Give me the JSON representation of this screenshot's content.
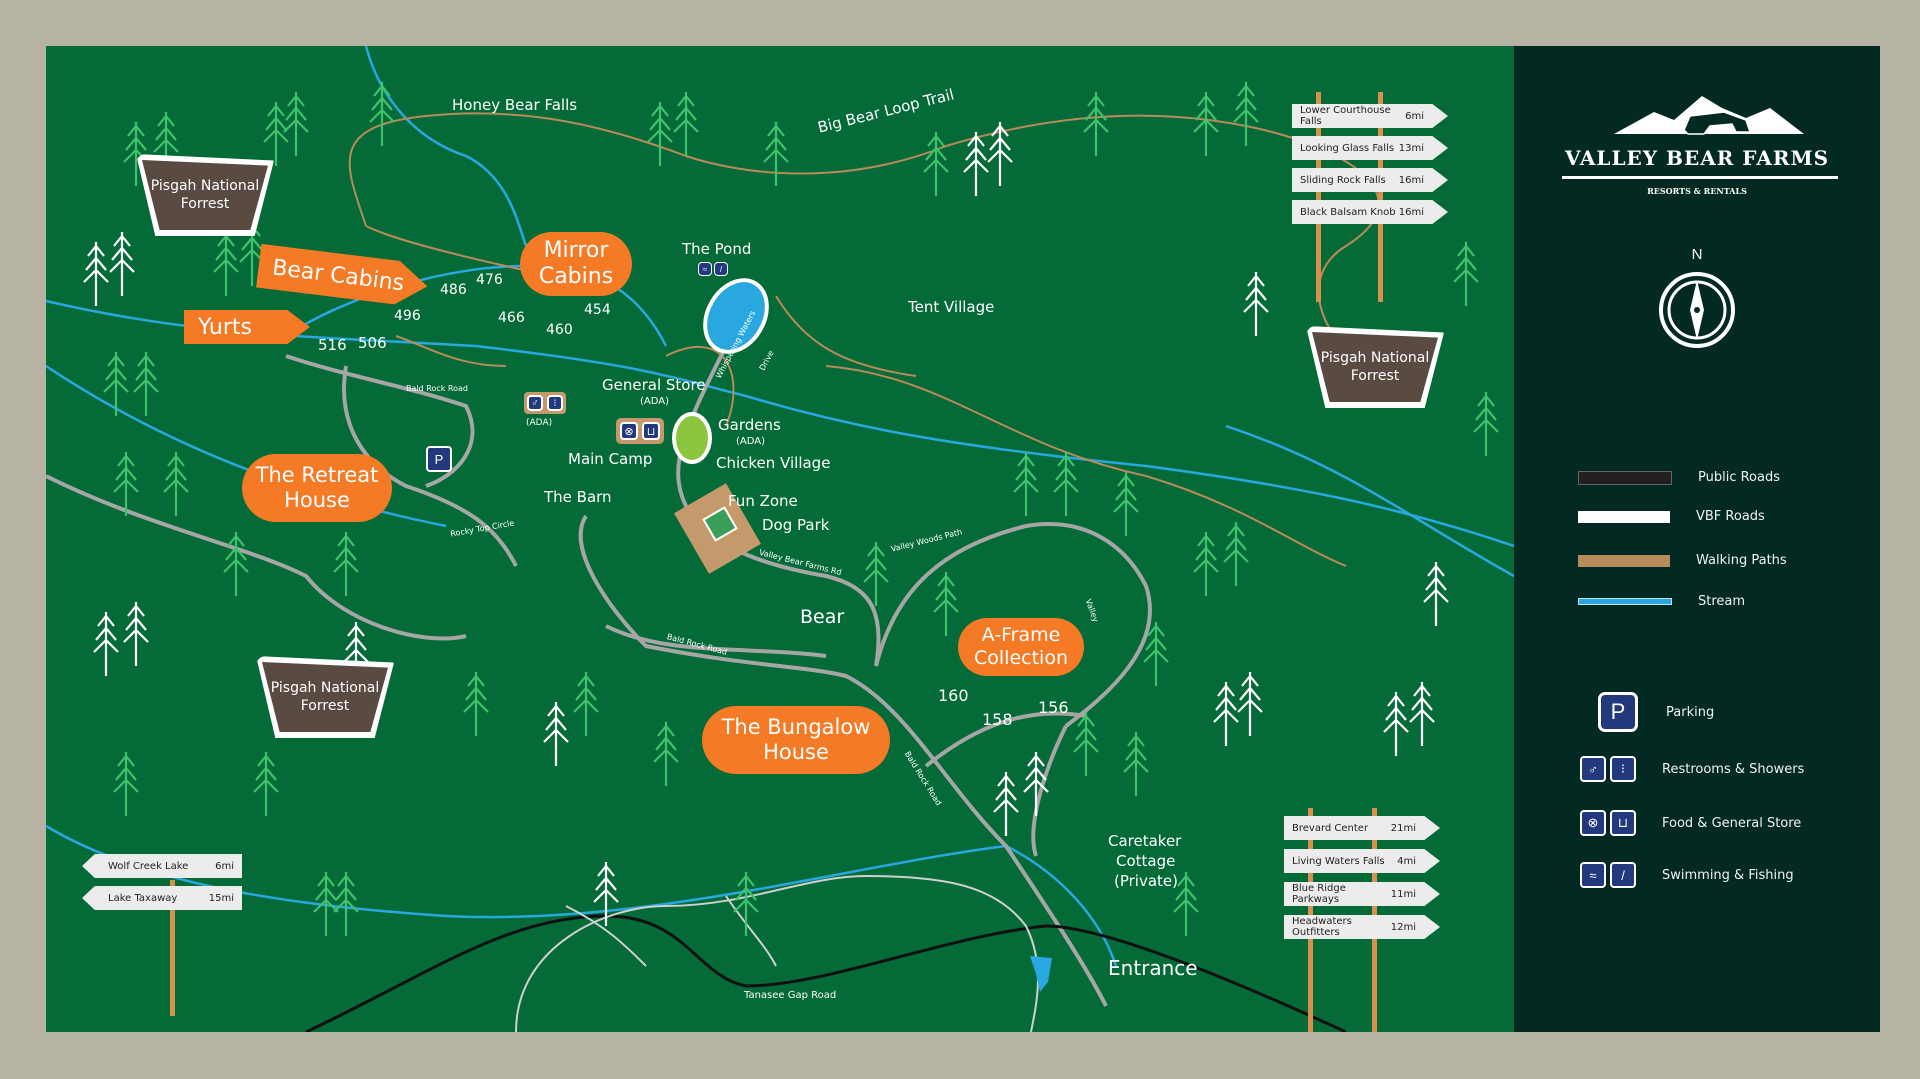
{
  "brand": {
    "name": "VALLEY BEAR FARMS",
    "tagline": "RESORTS & RENTALS",
    "compass_label": "N"
  },
  "colors": {
    "map_green": "#046a38",
    "border": "#b6b3a5",
    "sidebar": "#032a22",
    "accent_orange": "#f47a25",
    "pisgah_brown": "#594a42",
    "stream_blue": "#29a8e0",
    "walking_path": "#b88b5a",
    "public_road": "#231f20",
    "vbf_road": "#ffffff",
    "icon_blue": "#23397d"
  },
  "legend": {
    "lines": [
      {
        "label": "Public Roads",
        "color": "#231f20"
      },
      {
        "label": "VBF Roads",
        "color": "#ffffff"
      },
      {
        "label": "Walking Paths",
        "color": "#b88b5a"
      },
      {
        "label": "Stream",
        "color": "#29a8e0"
      }
    ],
    "icons": [
      {
        "label": "Parking",
        "icons": [
          "parking-icon"
        ]
      },
      {
        "label": "Restrooms & Showers",
        "icons": [
          "restroom-icon",
          "shower-icon"
        ]
      },
      {
        "label": "Food & General Store",
        "icons": [
          "food-icon",
          "basket-icon"
        ]
      },
      {
        "label": "Swimming & Fishing",
        "icons": [
          "swimming-icon",
          "fishing-icon"
        ]
      }
    ]
  },
  "pisgah": {
    "line1": "Pisgah National",
    "line2": "Forrest"
  },
  "areas": {
    "bear_cabins": "Bear Cabins",
    "yurts": "Yurts",
    "mirror_line1": "Mirror",
    "mirror_line2": "Cabins",
    "retreat_line1": "The Retreat",
    "retreat_line2": "House",
    "bungalow_line1": "The Bungalow",
    "bungalow_line2": "House",
    "aframe_line1": "A-Frame",
    "aframe_line2": "Collection"
  },
  "cabin_numbers": [
    "516",
    "506",
    "496",
    "486",
    "476",
    "466",
    "460",
    "454",
    "160",
    "158",
    "156"
  ],
  "places": {
    "honey_bear_falls": "Honey Bear Falls",
    "big_bear_loop": "Big Bear Loop Trail",
    "the_pond": "The Pond",
    "tent_village": "Tent Village",
    "general_store": "General Store",
    "ada": "(ADA)",
    "gardens": "Gardens",
    "chicken_village": "Chicken Village",
    "main_camp": "Main Camp",
    "the_barn": "The Barn",
    "fun_zone": "Fun Zone",
    "dog_park": "Dog Park",
    "bear": "Bear",
    "caretaker_line1": "Caretaker",
    "caretaker_line2": "Cottage",
    "caretaker_line3": "(Private)",
    "entrance": "Entrance"
  },
  "roads": {
    "bald_rock_road": "Bald Rock Road",
    "rocky_top_circle": "Rocky Top Circle",
    "whispering_waters_line1": "Whispering Waters",
    "whispering_waters_line2": "Drive",
    "valley_bear_farms_rd": "Valley Bear Farms Rd",
    "valley_woods_path": "Valley Woods Path",
    "tanasee_gap_road": "Tanasee Gap Road",
    "valley_partial": "Valley"
  },
  "signs": {
    "northeast": [
      {
        "dest": "Lower Courthouse Falls",
        "dist": "6mi"
      },
      {
        "dest": "Looking Glass Falls",
        "dist": "13mi"
      },
      {
        "dest": "Sliding Rock Falls",
        "dist": "16mi"
      },
      {
        "dest": "Black Balsam Knob",
        "dist": "16mi"
      }
    ],
    "southeast": [
      {
        "dest": "Brevard Center",
        "dist": "21mi"
      },
      {
        "dest": "Living Waters Falls",
        "dist": "4mi"
      },
      {
        "dest": "Blue Ridge Parkways",
        "dist": "11mi"
      },
      {
        "dest": "Headwaters Outfitters",
        "dist": "12mi"
      }
    ],
    "southwest": [
      {
        "dest": "Wolf Creek Lake",
        "dist": "6mi"
      },
      {
        "dest": "Lake Taxaway",
        "dist": "15mi"
      }
    ]
  }
}
